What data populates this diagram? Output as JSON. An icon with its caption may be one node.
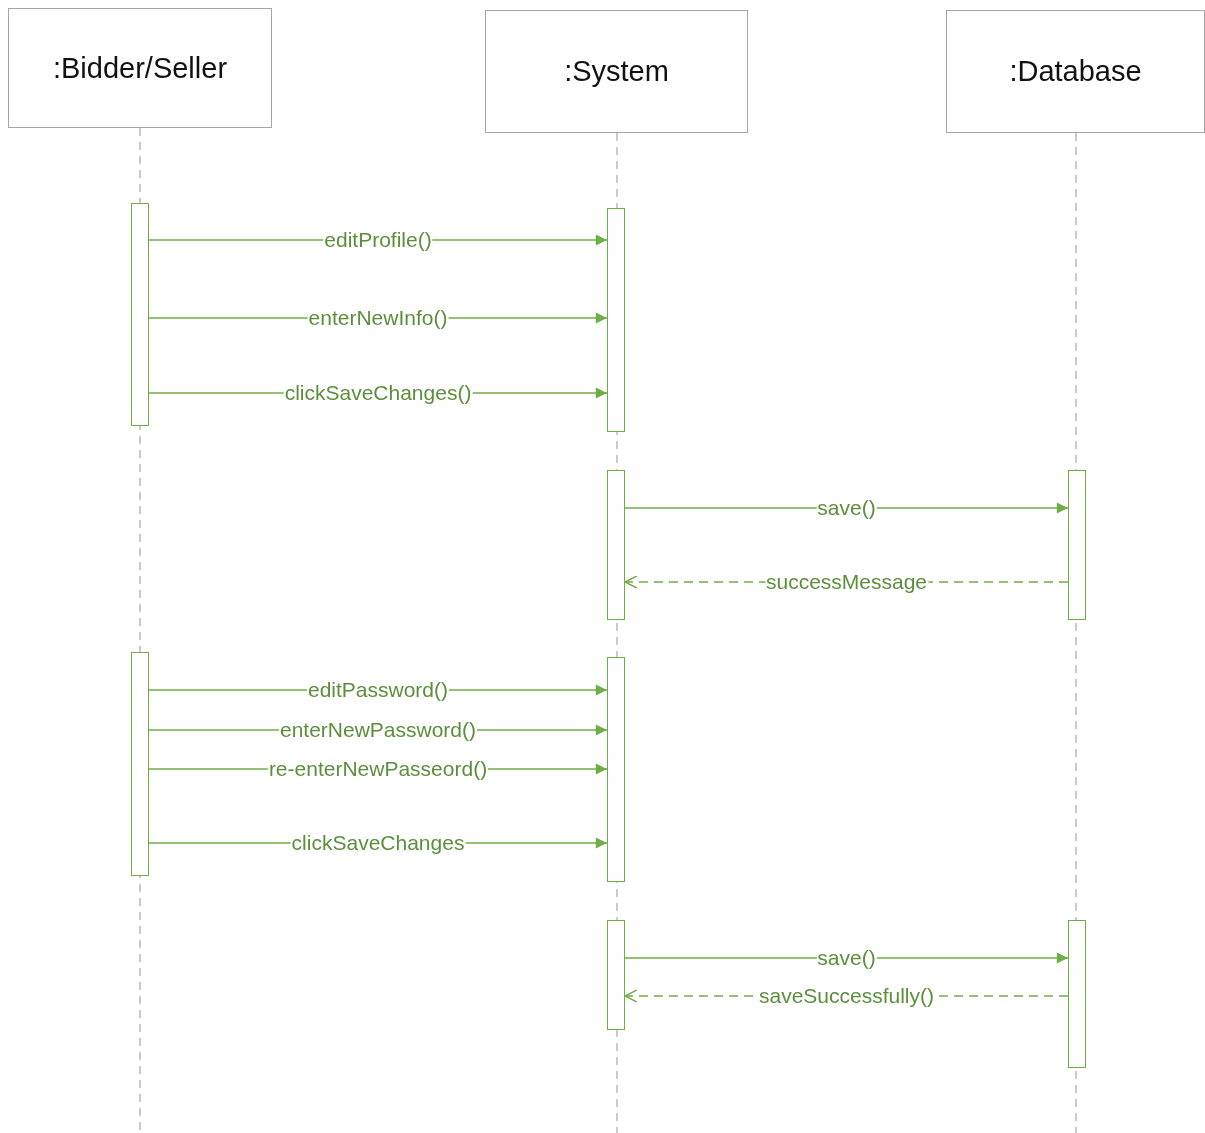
{
  "diagram": {
    "nodes": [
      {
        "text": [
          ":Bidder/Seller"
        ]
      },
      {
        "text": [
          ":System"
        ]
      },
      {
        "text": [
          ":Database"
        ]
      },
      {
        "text": [],
        "shape": "bar"
      },
      {
        "text": [],
        "shape": "bar"
      },
      {
        "text": [],
        "shape": "bar"
      },
      {
        "text": [],
        "shape": "bar"
      },
      {
        "text": [],
        "shape": "bar"
      },
      {
        "text": [],
        "shape": "bar"
      },
      {
        "text": [],
        "shape": "bar"
      },
      {
        "text": [],
        "shape": "bar"
      }
    ],
    "edges": [
      {
        "from": 3,
        "to": 4,
        "arrow": "to",
        "label": "editProfile()"
      },
      {
        "from": 3,
        "to": 4,
        "arrow": "to",
        "label": "enterNewInfo()"
      },
      {
        "from": 3,
        "to": 4,
        "arrow": "to",
        "label": "clickSaveChanges()"
      },
      {
        "from": 5,
        "to": 6,
        "arrow": "to",
        "label": "save()"
      },
      {
        "from": 6,
        "to": 5,
        "arrow": "to",
        "label": "successMessage",
        "style": "dashed"
      },
      {
        "from": 7,
        "to": 8,
        "arrow": "to",
        "label": "editPassword()"
      },
      {
        "from": 7,
        "to": 8,
        "arrow": "to",
        "label": "enterNewPassword()"
      },
      {
        "from": 7,
        "to": 8,
        "arrow": "to",
        "label": "re-enterNewPasseord()"
      },
      {
        "from": 7,
        "to": 8,
        "arrow": "to",
        "label": "clickSaveChanges"
      },
      {
        "from": 9,
        "to": 10,
        "arrow": "to",
        "label": "save()"
      },
      {
        "from": 10,
        "to": 9,
        "arrow": "to",
        "label": "saveSuccessfully()",
        "style": "dashed"
      }
    ]
  }
}
